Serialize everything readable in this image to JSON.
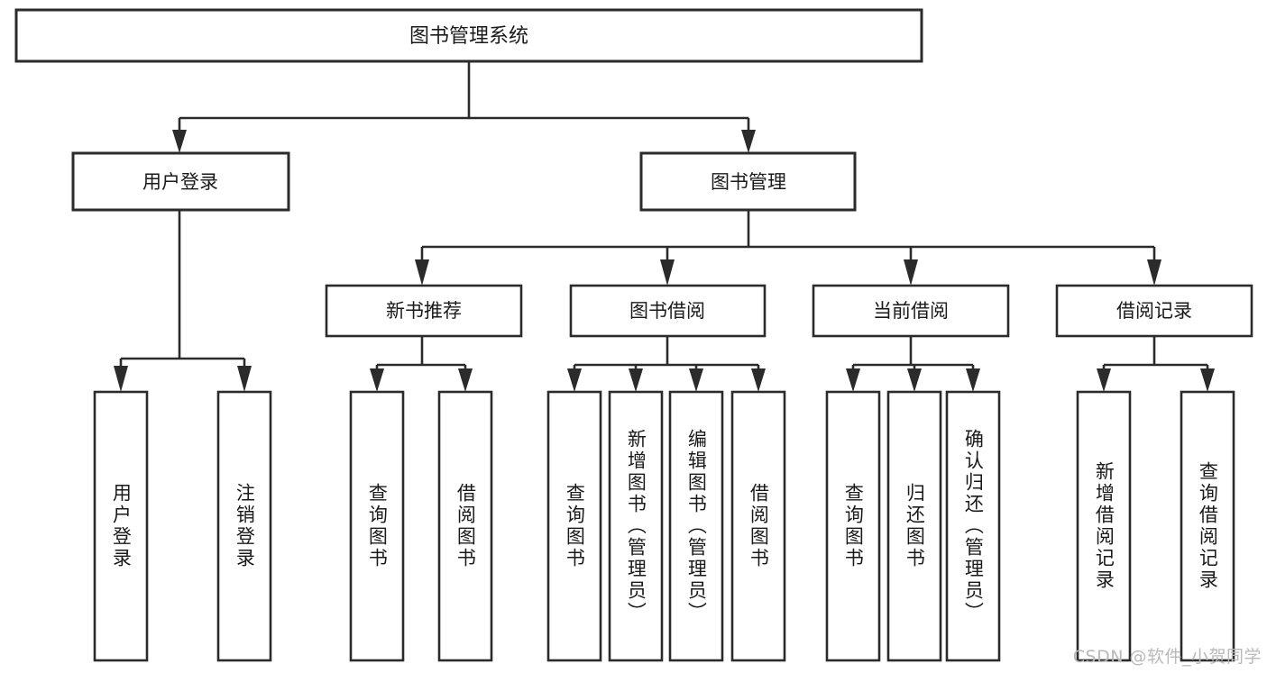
{
  "diagram": {
    "title": "图书管理系统",
    "type": "tree-hierarchy-diagram",
    "colors": {
      "box_stroke": "#2b2b2b",
      "box_fill": "#ffffff",
      "connector": "#2b2b2b",
      "text": "#1a1a1a",
      "watermark": "#b9b9b9",
      "background": "#ffffff"
    },
    "root": {
      "label": "图书管理系统"
    },
    "level2": [
      {
        "id": "user-login",
        "label": "用户登录"
      },
      {
        "id": "book-manage",
        "label": "图书管理"
      }
    ],
    "level3": [
      {
        "id": "new-book-recommend",
        "label": "新书推荐",
        "parent": "book-manage"
      },
      {
        "id": "book-borrow",
        "label": "图书借阅",
        "parent": "book-manage"
      },
      {
        "id": "current-borrow",
        "label": "当前借阅",
        "parent": "book-manage"
      },
      {
        "id": "borrow-record",
        "label": "借阅记录",
        "parent": "book-manage"
      }
    ],
    "leaves": [
      {
        "id": "leaf-user-login",
        "label": "用户登录",
        "parent": "user-login"
      },
      {
        "id": "leaf-logout",
        "label": "注销登录",
        "parent": "user-login"
      },
      {
        "id": "leaf-query-book-1",
        "label": "查询图书",
        "parent": "new-book-recommend"
      },
      {
        "id": "leaf-borrow-book-1",
        "label": "借阅图书",
        "parent": "new-book-recommend"
      },
      {
        "id": "leaf-query-book-2",
        "label": "查询图书",
        "parent": "book-borrow"
      },
      {
        "id": "leaf-add-book",
        "label": "新增图书（管理员）",
        "parent": "book-borrow"
      },
      {
        "id": "leaf-edit-book",
        "label": "编辑图书（管理员）",
        "parent": "book-borrow"
      },
      {
        "id": "leaf-borrow-book-2",
        "label": "借阅图书",
        "parent": "book-borrow"
      },
      {
        "id": "leaf-query-book-3",
        "label": "查询图书",
        "parent": "current-borrow"
      },
      {
        "id": "leaf-return-book",
        "label": "归还图书",
        "parent": "current-borrow"
      },
      {
        "id": "leaf-confirm-return",
        "label": "确认归还（管理员）",
        "parent": "current-borrow"
      },
      {
        "id": "leaf-add-record",
        "label": "新增借阅记录",
        "parent": "borrow-record"
      },
      {
        "id": "leaf-query-record",
        "label": "查询借阅记录",
        "parent": "borrow-record"
      }
    ],
    "watermark": "CSDN @软件_小贺同学"
  }
}
